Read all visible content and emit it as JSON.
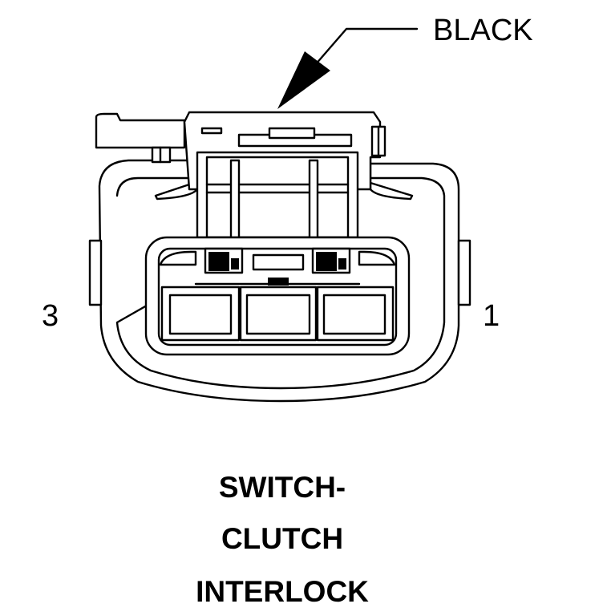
{
  "callout": {
    "color_label": "BLACK"
  },
  "pins": {
    "left_label": "3",
    "right_label": "1"
  },
  "title": {
    "line1": "SWITCH-",
    "line2": "CLUTCH",
    "line3": "INTERLOCK"
  }
}
